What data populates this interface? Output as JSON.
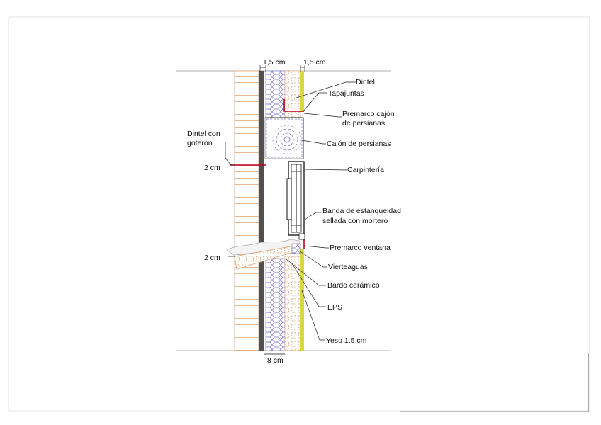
{
  "dimensions": {
    "top_left": "1,5 cm",
    "top_right": "1,5 cm",
    "left_upper": "2 cm",
    "left_lower": "2 cm",
    "bottom": "8 cm"
  },
  "labels": {
    "dintel": "Dintel",
    "tapajuntas": "Tapajuntas",
    "premarco_cajon_1": "Premarco cajón",
    "premarco_cajon_2": "de persianas",
    "cajon_persianas": "Cajón de persianas",
    "carpinteria": "Carpintería",
    "banda_1": "Banda de estanqueidad",
    "banda_2": "sellada con mortero",
    "premarco_ventana": "Premarco ventana",
    "vierteaguas": "Vierteaguas",
    "bardo": "Bardo cerámico",
    "eps": "EPS",
    "yeso": "Yeso 1.5 cm",
    "dintel_goteron_1": "Dintel con",
    "dintel_goteron_2": "goterón"
  },
  "colors": {
    "brick": "#e0a070",
    "insulation": "#7070c8",
    "dark_layer": "#505050",
    "plaster": "#d8d840",
    "lintel": "#c00020",
    "leader": "#222222"
  }
}
